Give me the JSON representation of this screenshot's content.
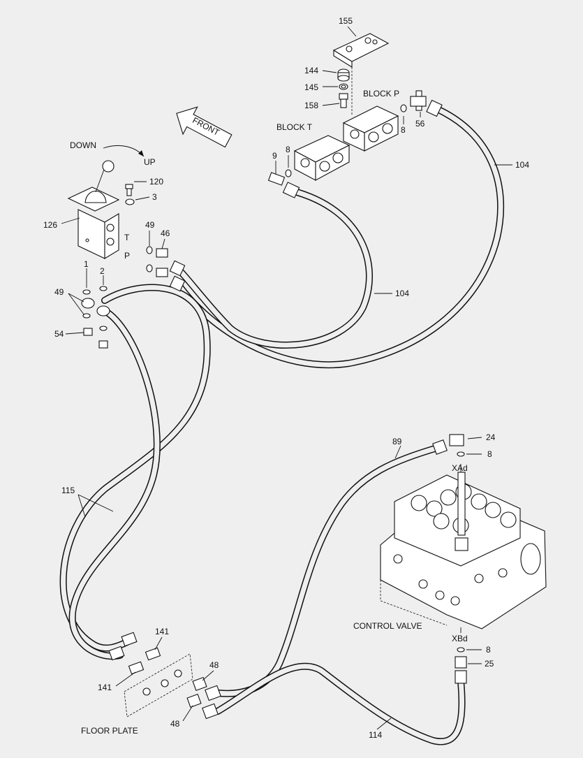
{
  "labels": {
    "down": "DOWN",
    "up": "UP",
    "front": "FRONT",
    "block_t": "BLOCK T",
    "block_p": "BLOCK P",
    "port_t": "T",
    "port_p": "P",
    "control_valve": "CONTROL VALVE",
    "floor_plate": "FLOOR PLATE",
    "xad": "XAd",
    "xbd": "XBd"
  },
  "part_numbers": {
    "p155": "155",
    "p144": "144",
    "p145": "145",
    "p158": "158",
    "p56": "56",
    "p8_blockp": "8",
    "p8_blockt": "8",
    "p9": "9",
    "p104_right": "104",
    "p104_mid": "104",
    "p120": "120",
    "p3": "3",
    "p126": "126",
    "p49_top": "49",
    "p46": "46",
    "p1": "1",
    "p2": "2",
    "p49_left": "49",
    "p54": "54",
    "p89": "89",
    "p24": "24",
    "p8_top": "8",
    "p115": "115",
    "p141_top": "141",
    "p141_left": "141",
    "p48_top": "48",
    "p48_bottom": "48",
    "p8_bottom": "8",
    "p25": "25",
    "p114": "114"
  }
}
